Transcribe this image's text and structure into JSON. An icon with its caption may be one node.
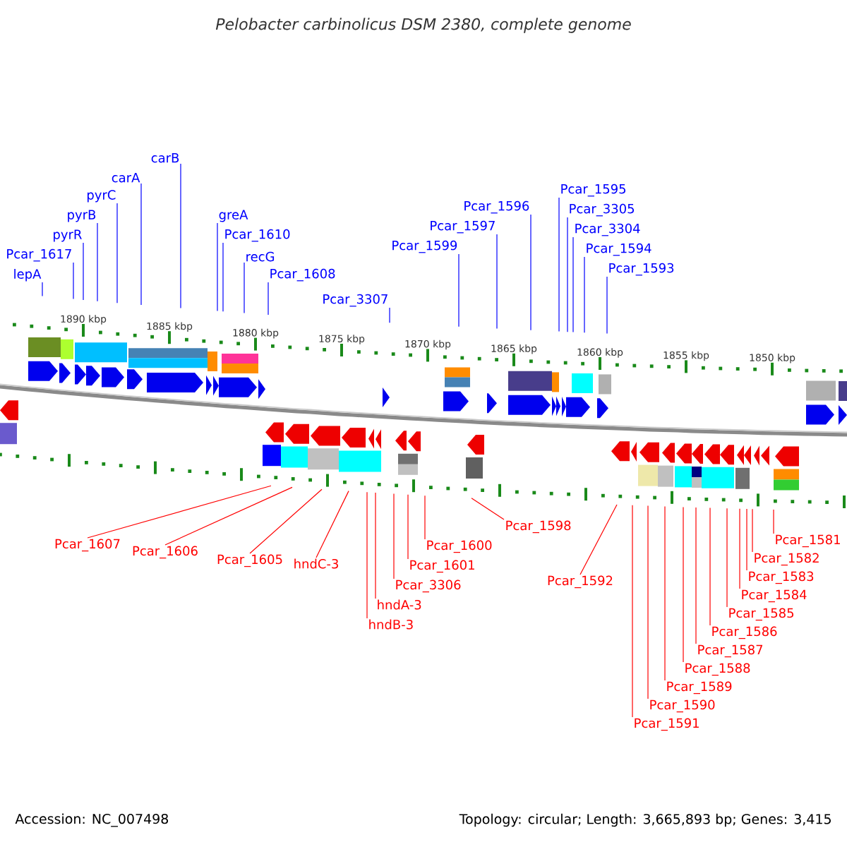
{
  "diagram": {
    "title": "Pelobacter carbinolicus DSM 2380, complete genome",
    "nodes": [
      {
        "text": [
          "lepA"
        ]
      },
      {
        "text": [
          "Pcar_1617"
        ]
      },
      {
        "text": [
          "pyrR"
        ]
      },
      {
        "text": [
          "pyrB"
        ]
      },
      {
        "text": [
          "pyrC"
        ]
      },
      {
        "text": [
          "carA"
        ]
      },
      {
        "text": [
          "carB"
        ]
      },
      {
        "text": [
          "greA"
        ]
      },
      {
        "text": [
          "Pcar_1610"
        ]
      },
      {
        "text": [
          "recG"
        ]
      },
      {
        "text": [
          "Pcar_1608"
        ]
      },
      {
        "text": [
          "Pcar_3307"
        ]
      },
      {
        "text": [
          "Pcar_1599"
        ]
      },
      {
        "text": [
          "Pcar_1597"
        ]
      },
      {
        "text": [
          "Pcar_1596"
        ]
      },
      {
        "text": [
          "Pcar_1595"
        ]
      },
      {
        "text": [
          "Pcar_3305"
        ]
      },
      {
        "text": [
          "Pcar_3304"
        ]
      },
      {
        "text": [
          "Pcar_1594"
        ]
      },
      {
        "text": [
          "Pcar_1593"
        ]
      },
      {
        "text": [
          "Pcar_1607"
        ]
      },
      {
        "text": [
          "Pcar_1606"
        ]
      },
      {
        "text": [
          "Pcar_1605"
        ]
      },
      {
        "text": [
          "hndC-3"
        ]
      },
      {
        "text": [
          "hndB-3"
        ]
      },
      {
        "text": [
          "hndA-3"
        ]
      },
      {
        "text": [
          "Pcar_3306"
        ]
      },
      {
        "text": [
          "Pcar_1601"
        ]
      },
      {
        "text": [
          "Pcar_1600"
        ]
      },
      {
        "text": [
          "Pcar_1598"
        ]
      },
      {
        "text": [
          "Pcar_1592"
        ]
      },
      {
        "text": [
          "Pcar_1591"
        ]
      },
      {
        "text": [
          "Pcar_1590"
        ]
      },
      {
        "text": [
          "Pcar_1589"
        ]
      },
      {
        "text": [
          "Pcar_1588"
        ]
      },
      {
        "text": [
          "Pcar_1587"
        ]
      },
      {
        "text": [
          "Pcar_1586"
        ]
      },
      {
        "text": [
          "Pcar_1585"
        ]
      },
      {
        "text": [
          "Pcar_1584"
        ]
      },
      {
        "text": [
          "Pcar_1583"
        ]
      },
      {
        "text": [
          "Pcar_1582"
        ]
      },
      {
        "text": [
          "Pcar_1581"
        ]
      }
    ],
    "edges": [
      {
        "from": 0,
        "to": null,
        "arrow": "none",
        "color": "#0000ff"
      },
      {
        "from": 1,
        "to": null,
        "arrow": "none",
        "color": "#0000ff"
      },
      {
        "from": 2,
        "to": null,
        "arrow": "none",
        "color": "#0000ff"
      },
      {
        "from": 3,
        "to": null,
        "arrow": "none",
        "color": "#0000ff"
      },
      {
        "from": 4,
        "to": null,
        "arrow": "none",
        "color": "#0000ff"
      },
      {
        "from": 5,
        "to": null,
        "arrow": "none",
        "color": "#0000ff"
      },
      {
        "from": 6,
        "to": null,
        "arrow": "none",
        "color": "#0000ff"
      },
      {
        "from": 7,
        "to": null,
        "arrow": "none",
        "color": "#0000ff"
      },
      {
        "from": 8,
        "to": null,
        "arrow": "none",
        "color": "#0000ff"
      },
      {
        "from": 9,
        "to": null,
        "arrow": "none",
        "color": "#0000ff"
      },
      {
        "from": 10,
        "to": null,
        "arrow": "none",
        "color": "#0000ff"
      },
      {
        "from": 11,
        "to": null,
        "arrow": "none",
        "color": "#0000ff"
      },
      {
        "from": 12,
        "to": null,
        "arrow": "none",
        "color": "#0000ff"
      },
      {
        "from": 13,
        "to": null,
        "arrow": "none",
        "color": "#0000ff"
      },
      {
        "from": 14,
        "to": null,
        "arrow": "none",
        "color": "#0000ff"
      },
      {
        "from": 15,
        "to": null,
        "arrow": "none",
        "color": "#0000ff"
      },
      {
        "from": 16,
        "to": null,
        "arrow": "none",
        "color": "#0000ff"
      },
      {
        "from": 17,
        "to": null,
        "arrow": "none",
        "color": "#0000ff"
      },
      {
        "from": 18,
        "to": null,
        "arrow": "none",
        "color": "#0000ff"
      },
      {
        "from": 19,
        "to": null,
        "arrow": "none",
        "color": "#0000ff"
      },
      {
        "from": 20,
        "to": null,
        "arrow": "none"
      },
      {
        "from": 21,
        "to": null,
        "arrow": "none"
      },
      {
        "from": 22,
        "to": null,
        "arrow": "none"
      },
      {
        "from": 23,
        "to": null,
        "arrow": "none"
      },
      {
        "from": 24,
        "to": null,
        "arrow": "none"
      },
      {
        "from": 25,
        "to": null,
        "arrow": "none"
      },
      {
        "from": 26,
        "to": null,
        "arrow": "none"
      },
      {
        "from": 27,
        "to": null,
        "arrow": "none"
      },
      {
        "from": 28,
        "to": null,
        "arrow": "none"
      },
      {
        "from": 29,
        "to": null,
        "arrow": "none"
      },
      {
        "from": 30,
        "to": null,
        "arrow": "none"
      },
      {
        "from": 31,
        "to": null,
        "arrow": "none"
      },
      {
        "from": 32,
        "to": null,
        "arrow": "none"
      },
      {
        "from": 33,
        "to": null,
        "arrow": "none"
      },
      {
        "from": 34,
        "to": null,
        "arrow": "none"
      },
      {
        "from": 35,
        "to": null,
        "arrow": "none"
      },
      {
        "from": 36,
        "to": null,
        "arrow": "none"
      },
      {
        "from": 37,
        "to": null,
        "arrow": "none"
      },
      {
        "from": 38,
        "to": null,
        "arrow": "none"
      },
      {
        "from": 39,
        "to": null,
        "arrow": "none"
      },
      {
        "from": 40,
        "to": null,
        "arrow": "none"
      },
      {
        "from": 41,
        "to": null,
        "arrow": "none"
      }
    ],
    "labels": [
      "1890 kbp",
      "1885 kbp",
      "1880 kbp",
      "1875 kbp",
      "1870 kbp",
      "1865 kbp",
      "1860 kbp",
      "1855 kbp",
      "1850 kbp",
      "Accession: NC_007498",
      "Topology: circular; Length: 3,665,893 bp; Genes: 3,415"
    ]
  }
}
